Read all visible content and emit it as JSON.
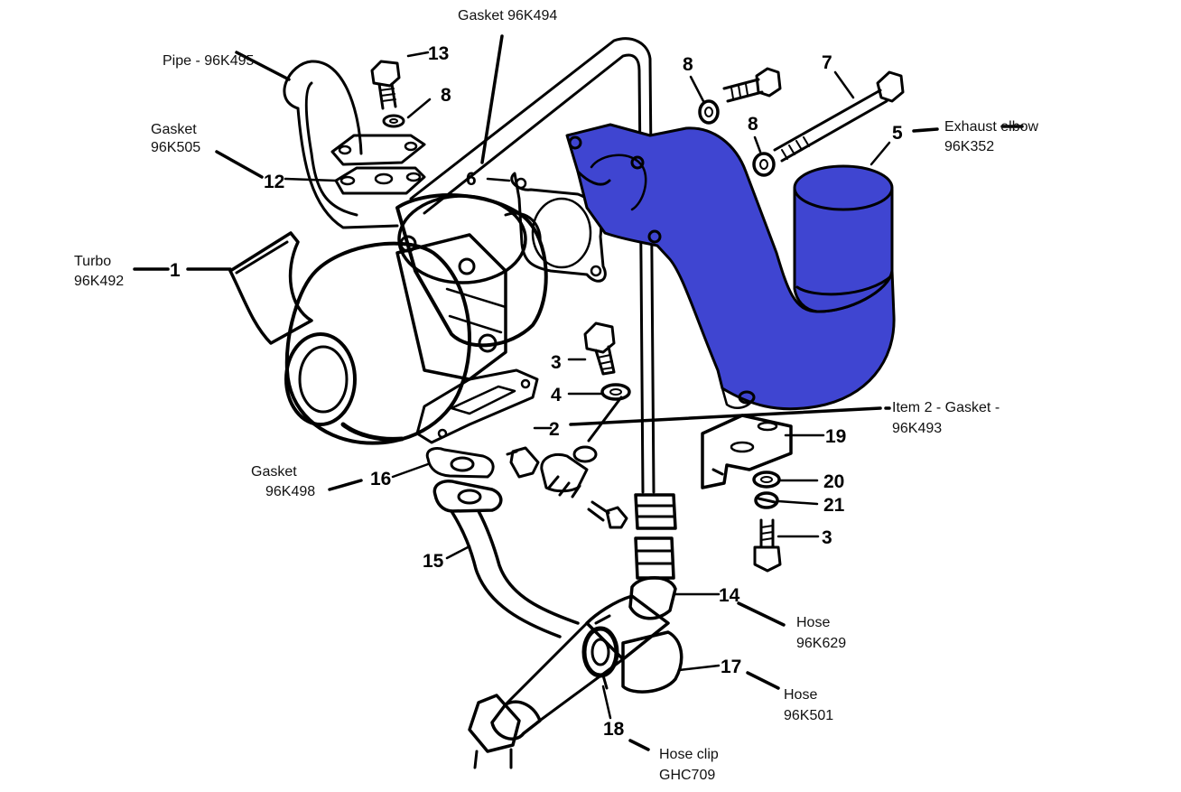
{
  "labels": {
    "gasket_96k494": "Gasket 96K494",
    "pipe_96k495": "Pipe - 96K495",
    "gasket_96k505": [
      "Gasket",
      "96K505"
    ],
    "turbo": [
      "Turbo",
      "96K492"
    ],
    "exhaust_elbow": [
      "Exhaust elbow",
      "96K352"
    ],
    "item2_gasket": [
      "Item 2 - Gasket -",
      "96K493"
    ],
    "gasket_96k498": [
      "Gasket",
      "96K498"
    ],
    "hose_96k629": [
      "Hose",
      "96K629"
    ],
    "hose_96k501": [
      "Hose",
      "96K501"
    ],
    "hose_clip": [
      "Hose clip",
      "GHC709"
    ]
  },
  "callouts": {
    "n1": "1",
    "n2": "2",
    "n3a": "3",
    "n3b": "3",
    "n4": "4",
    "n5": "5",
    "n6": "6",
    "n7": "7",
    "n8a": "8",
    "n8b": "8",
    "n8c": "8",
    "n12": "12",
    "n13": "13",
    "n14": "14",
    "n15": "15",
    "n16": "16",
    "n17": "17",
    "n18": "18",
    "n19": "19",
    "n20": "20",
    "n21": "21"
  },
  "colors": {
    "highlight": "#3f45d1",
    "ink": "#000000",
    "background": "#ffffff"
  }
}
